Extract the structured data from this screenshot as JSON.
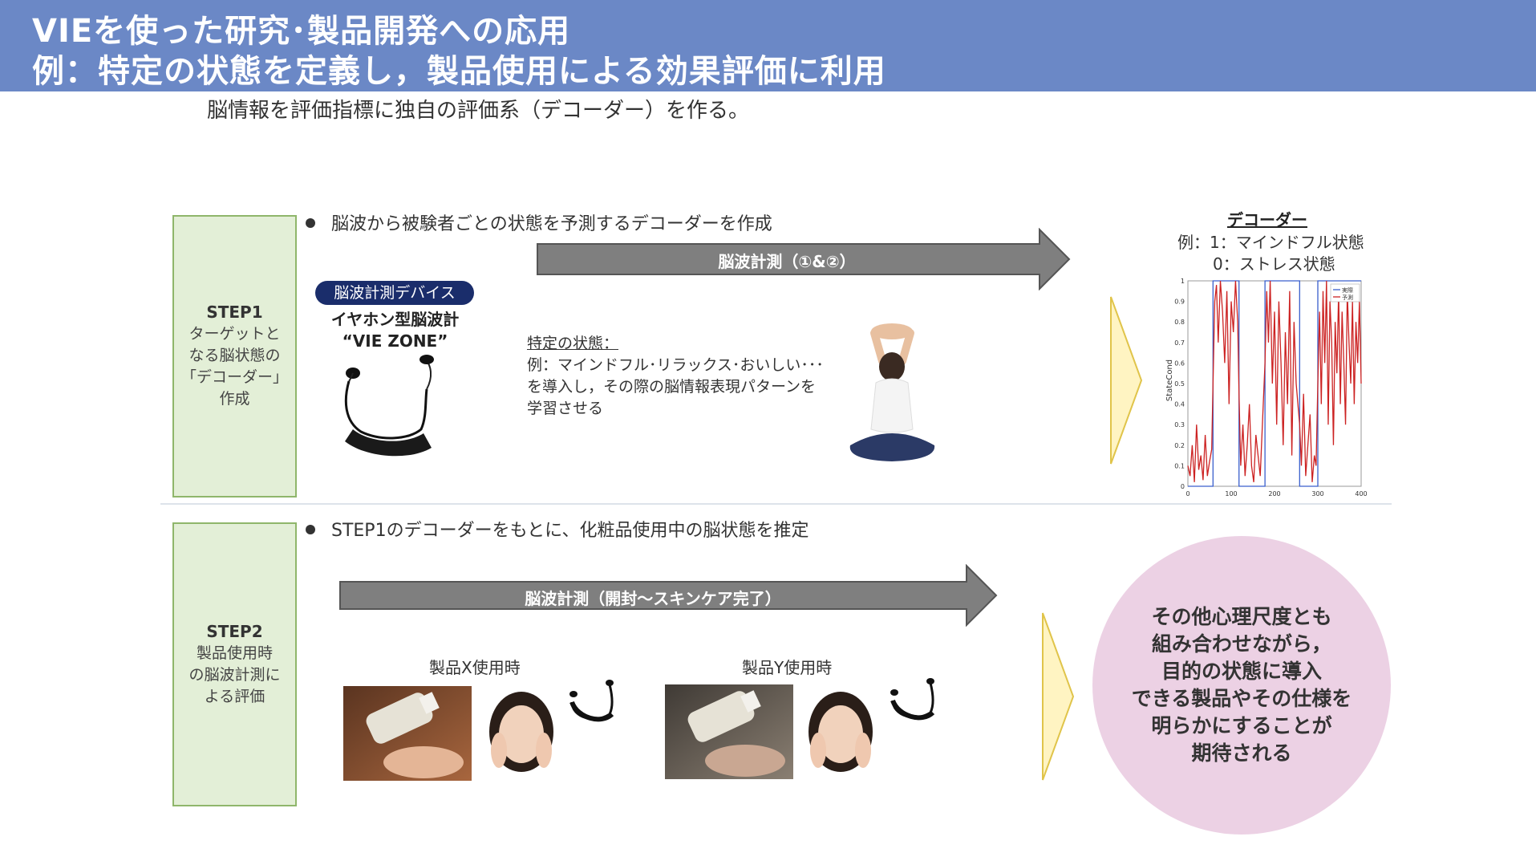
{
  "header": {
    "line1": "VIEを使った研究･製品開発への応用",
    "line2": "例：特定の状態を定義し，製品使用による効果評価に利用"
  },
  "subtitle": "脳情報を評価指標に独自の評価系（デコーダー）を作る。",
  "step1": {
    "title": "STEP1",
    "desc": "ターゲットと\nなる脳状態の\n「デコーダー」\n作成",
    "bullet": "脳波から被験者ごとの状態を予測するデコーダーを作成",
    "arrow_label": "脳波計測（①&②）",
    "device_pill": "脳波計測デバイス",
    "device_name1": "イヤホン型脳波計",
    "device_name2": "“VIE ZONE”",
    "state_heading": "特定の状態：",
    "state_line1": "例：マインドフル･リラックス･おいしい･･･",
    "state_line2": "を導入し，その際の脳情報表現パターンを",
    "state_line3": "学習させる"
  },
  "decoder": {
    "title": "デコーダー",
    "line1": "例：1：マインドフル状態",
    "line2": "0：ストレス状態"
  },
  "chart_data": {
    "type": "line",
    "ylabel": "StateCond",
    "xlabel": "",
    "xlim": [
      0,
      400
    ],
    "ylim": [
      0,
      1
    ],
    "x_ticks": [
      "0",
      "100",
      "200",
      "300",
      "400"
    ],
    "y_ticks": [
      "0",
      "0.1",
      "0.2",
      "0.3",
      "0.4",
      "0.5",
      "0.6",
      "0.7",
      "0.8",
      "0.9",
      "1"
    ],
    "legend_position": "top-right",
    "series": [
      {
        "name": "実際",
        "color": "#3a5fcd",
        "x": [
          0,
          58,
          58,
          118,
          118,
          178,
          178,
          258,
          258,
          300,
          300,
          400
        ],
        "y": [
          0,
          0,
          1,
          1,
          0,
          0,
          1,
          1,
          0,
          0,
          1,
          1
        ]
      },
      {
        "name": "予測",
        "color": "#cc2222",
        "x": [
          0,
          5,
          10,
          15,
          20,
          25,
          30,
          35,
          40,
          45,
          50,
          55,
          58,
          62,
          66,
          70,
          75,
          80,
          85,
          90,
          95,
          100,
          105,
          110,
          115,
          118,
          122,
          127,
          132,
          137,
          142,
          147,
          152,
          157,
          162,
          167,
          172,
          178,
          182,
          186,
          190,
          195,
          200,
          205,
          210,
          215,
          220,
          225,
          230,
          235,
          240,
          245,
          250,
          258,
          262,
          267,
          272,
          277,
          282,
          287,
          292,
          296,
          300,
          304,
          308,
          312,
          316,
          320,
          324,
          328,
          332,
          336,
          340,
          344,
          348,
          352,
          356,
          360,
          364,
          368,
          372,
          376,
          380,
          384,
          388,
          392,
          396,
          400
        ],
        "y": [
          0.1,
          0.05,
          0.2,
          0.02,
          0.3,
          0.08,
          0.15,
          0.03,
          0.25,
          0.05,
          0.12,
          0.18,
          0.5,
          0.9,
          0.98,
          0.7,
          1.0,
          0.85,
          0.6,
          0.95,
          0.4,
          0.9,
          0.75,
          1.0,
          0.8,
          0.45,
          0.1,
          0.3,
          0.05,
          0.2,
          0.4,
          0.1,
          0.02,
          0.25,
          0.15,
          0.05,
          0.3,
          0.6,
          0.95,
          0.7,
          1.0,
          0.5,
          0.85,
          0.3,
          0.9,
          0.6,
          0.2,
          0.75,
          0.4,
          0.95,
          0.15,
          0.8,
          0.5,
          0.3,
          0.1,
          0.45,
          0.05,
          0.2,
          0.35,
          0.02,
          0.15,
          0.1,
          0.5,
          0.85,
          0.4,
          0.95,
          0.6,
          1.0,
          0.3,
          0.9,
          0.7,
          0.2,
          0.8,
          0.55,
          0.95,
          0.4,
          0.85,
          0.6,
          0.3,
          0.95,
          0.7,
          0.5,
          0.9,
          0.4,
          0.8,
          0.6,
          0.9,
          0.5
        ]
      }
    ]
  },
  "step2": {
    "title": "STEP2",
    "desc": "製品使用時\nの脳波計測に\nよる評価",
    "bullet": "STEP1のデコーダーをもとに、化粧品使用中の脳状態を推定",
    "arrow_label": "脳波計測（開封～スキンケア完了）",
    "product_x": "製品X使用時",
    "product_y": "製品Y使用時"
  },
  "circle_text": "その他心理尺度とも\n組み合わせながら，\n目的の状態に導入\nできる製品やその仕様を\n明らかにすることが\n期待される",
  "colors": {
    "header_bg": "#6b88c6",
    "step_bg": "#e3efd7",
    "step_border": "#8fb66b",
    "arrow_gray": "#7f7f7f",
    "pill_navy": "#1a2d6b",
    "circle_pink": "#ecd1e4",
    "chevron_yellow": "#fff4c2"
  }
}
